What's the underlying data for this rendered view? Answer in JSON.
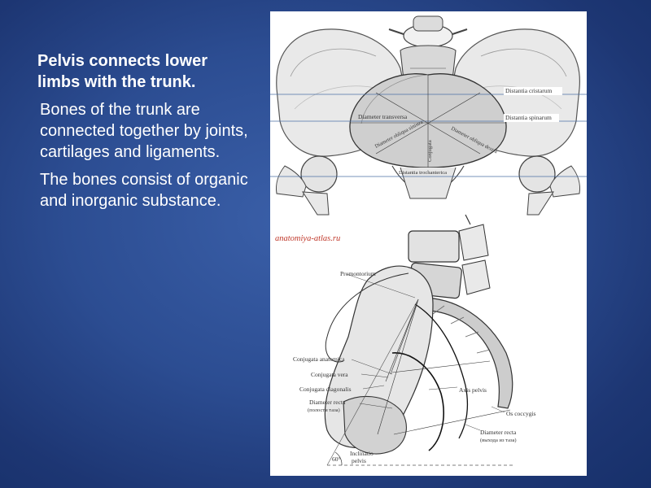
{
  "slide": {
    "heading": "Pelvis connects lower limbs with the trunk.",
    "paragraph1": "Bones of the trunk are connected together by joints, cartilages and ligaments.",
    "paragraph2": "The bones consist of organic and inorganic substance."
  },
  "figure_top": {
    "labels": {
      "distantia_cristarum": "Distantia cristarum",
      "distantia_spinarum": "Distantia spinarum",
      "diameter_transversa": "Diameter transversa",
      "diameter_obliqua_left": "Diameter obliqua sinistra",
      "diameter_obliqua_right": "Diameter obliqua dextra",
      "conjugata": "Conjugata",
      "distantia_trochanterica": "Distantia trochanterica"
    }
  },
  "figure_bottom": {
    "watermark": "anatomiya-atlas.ru",
    "labels": {
      "promontorium": "Promontorium",
      "conjugata_anatomica": "Conjugata anatomica",
      "conjugata_vera": "Conjugata vera",
      "conjugata_diagonalis": "Conjugata diagonalis",
      "diameter_recta_1": "Diameter recta",
      "diameter_recta_1_sub": "(полости таза)",
      "axis_pelvis": "Axis pelvis",
      "os_coccygis": "Os coccygis",
      "diameter_recta_2": "Diameter recta",
      "diameter_recta_2_sub": "(выхода из таза)",
      "inclinatio": "Inclinatio",
      "inclinatio_2": "pelvis",
      "angle": "60°"
    }
  },
  "colors": {
    "background": "#2c4d92",
    "text": "#ffffff",
    "watermark": "#c0392b"
  }
}
